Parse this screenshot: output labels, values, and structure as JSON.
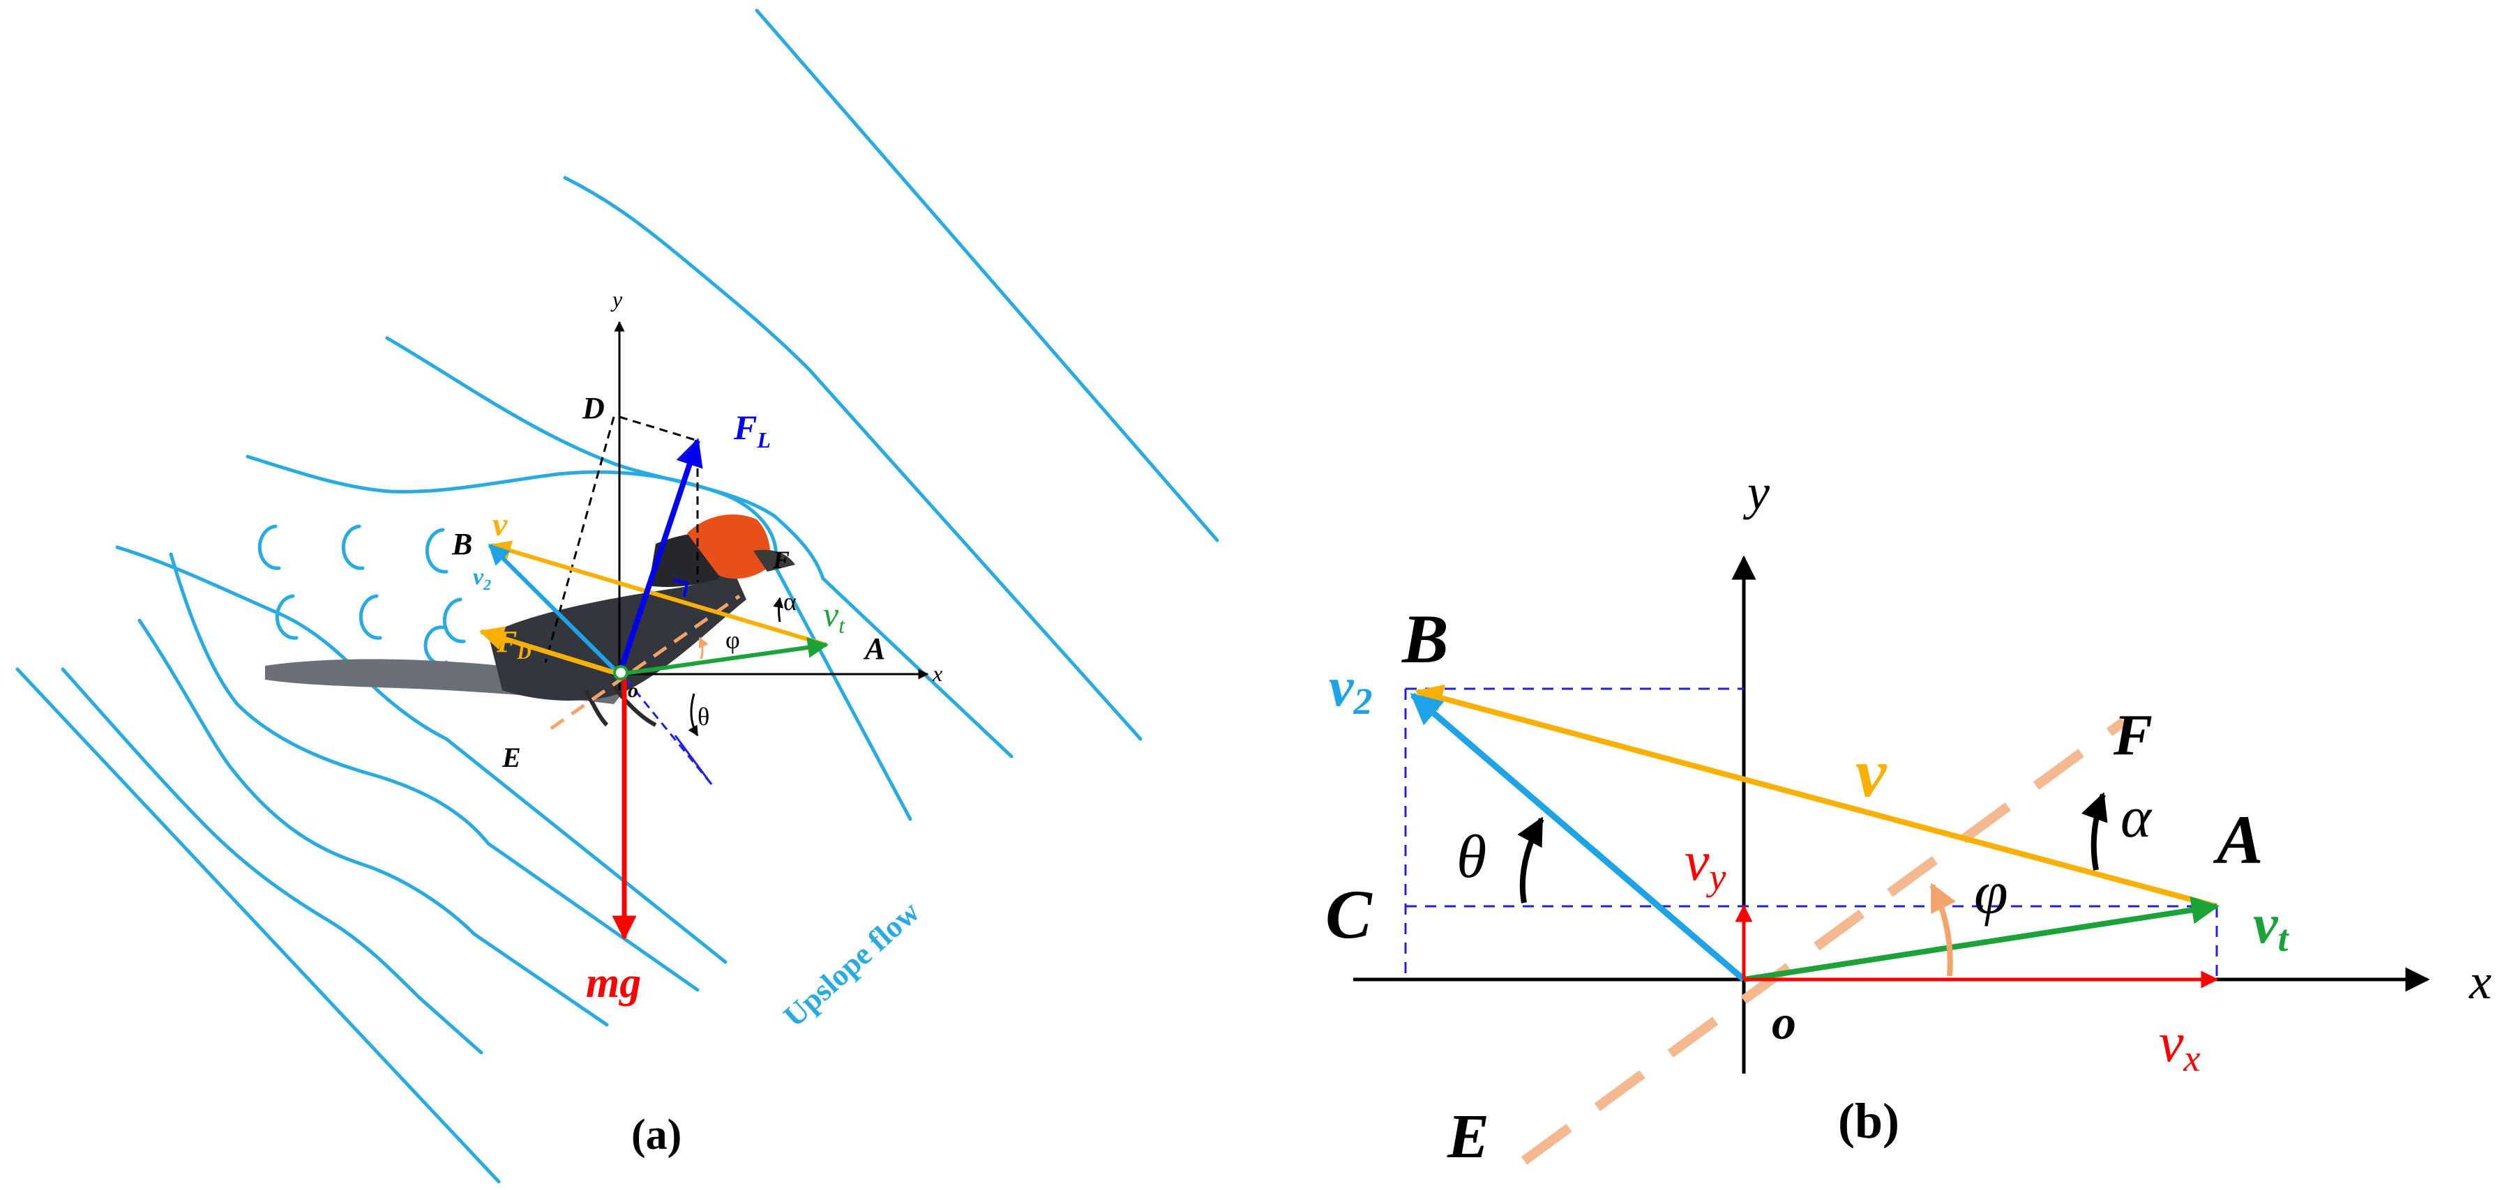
{
  "colors": {
    "flow": "#29ABE2",
    "yellow": "#F9B000",
    "green": "#1BA339",
    "red": "#FF0000",
    "blue": "#0000EE",
    "cyan": "#1EA3E6",
    "orange": "#F4A46A",
    "dash_blue": "#2020E0",
    "black": "#000000"
  },
  "panel_a": {
    "caption": "(a)",
    "axis_x": "x",
    "axis_y": "y",
    "label_D": "D",
    "label_B": "B",
    "label_A": "A",
    "label_E": "E",
    "label_F": "F",
    "label_o": "o",
    "label_v": "v",
    "label_v2": "v",
    "label_v2_sub": "2",
    "label_vt": "v",
    "label_vt_sub": "t",
    "label_FL": "F",
    "label_FL_sub": "L",
    "label_FD": "F",
    "label_FD_sub": "D",
    "label_alpha": "α",
    "label_phi": "φ",
    "label_theta": "θ",
    "label_mg": "mg",
    "flow_label": "Upslope flow",
    "bird_icon": "bird-icon"
  },
  "panel_b": {
    "caption": "(b)",
    "axis_x": "x",
    "axis_y": "y",
    "label_B": "B",
    "label_A": "A",
    "label_C": "C",
    "label_E": "E",
    "label_F": "F",
    "label_o": "o",
    "label_v": "v",
    "label_v2": "v",
    "label_v2_sub": "2",
    "label_vt": "v",
    "label_vt_sub": "t",
    "label_vx": "v",
    "label_vx_sub": "x",
    "label_vy": "v",
    "label_vy_sub": "y",
    "label_alpha": "α",
    "label_phi": "φ",
    "label_theta": "θ"
  }
}
